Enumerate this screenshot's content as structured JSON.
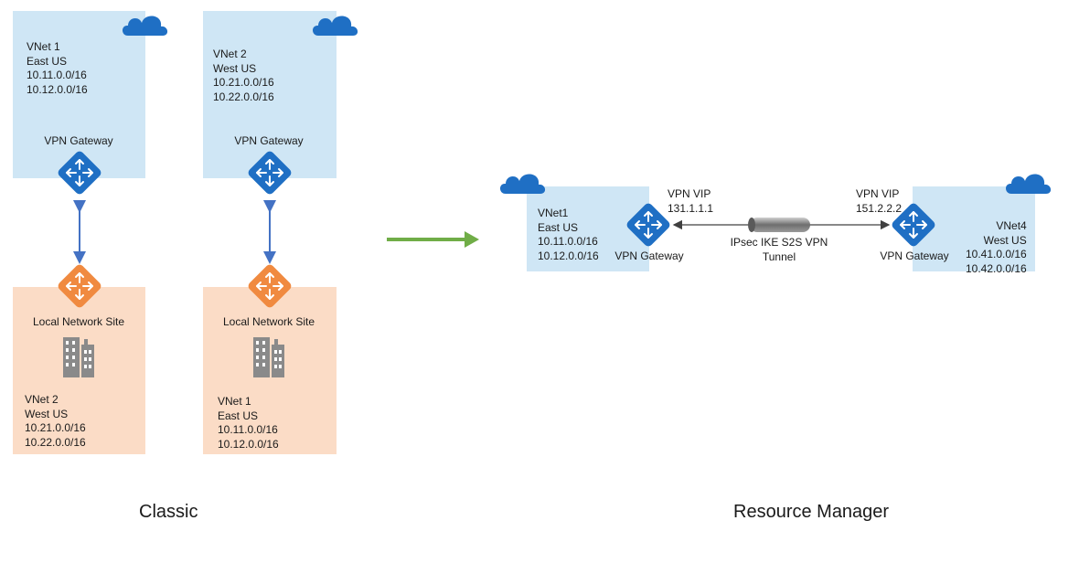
{
  "classic": {
    "title": "Classic",
    "pair1": {
      "vnet": {
        "name": "VNet 1",
        "region": "East US",
        "prefixes": [
          "10.11.0.0/16",
          "10.12.0.0/16"
        ]
      },
      "gateway_label": "VPN Gateway",
      "local_site_label": "Local Network Site",
      "local_site": {
        "name": "VNet 2",
        "region": "West US",
        "prefixes": [
          "10.21.0.0/16",
          "10.22.0.0/16"
        ]
      }
    },
    "pair2": {
      "vnet": {
        "name": "VNet 2",
        "region": "West US",
        "prefixes": [
          "10.21.0.0/16",
          "10.22.0.0/16"
        ]
      },
      "gateway_label": "VPN Gateway",
      "local_site_label": "Local Network Site",
      "local_site": {
        "name": "VNet 1",
        "region": "East US",
        "prefixes": [
          "10.11.0.0/16",
          "10.12.0.0/16"
        ]
      }
    }
  },
  "resource_manager": {
    "title": "Resource Manager",
    "left": {
      "vnet": {
        "name": "VNet1",
        "region": "East US",
        "prefixes": [
          "10.11.0.0/16",
          "10.12.0.0/16"
        ]
      },
      "gateway_label": "VPN Gateway",
      "vip_label": "VPN VIP",
      "vip": "131.1.1.1"
    },
    "right": {
      "vnet": {
        "name": "VNet4",
        "region": "West US",
        "prefixes": [
          "10.41.0.0/16",
          "10.42.0.0/16"
        ]
      },
      "gateway_label": "VPN Gateway",
      "vip_label": "VPN VIP",
      "vip": "151.2.2.2"
    },
    "tunnel": {
      "line1": "IPsec IKE S2S VPN",
      "line2": "Tunnel"
    }
  },
  "colors": {
    "vnet_box": "#cfe6f5",
    "local_box": "#fbdcc6",
    "gateway": "#1f6fc4",
    "local_gateway": "#f08a40",
    "cloud": "#1f6fc4",
    "migration_arrow": "#70ad47",
    "connector": "#4472c4"
  }
}
